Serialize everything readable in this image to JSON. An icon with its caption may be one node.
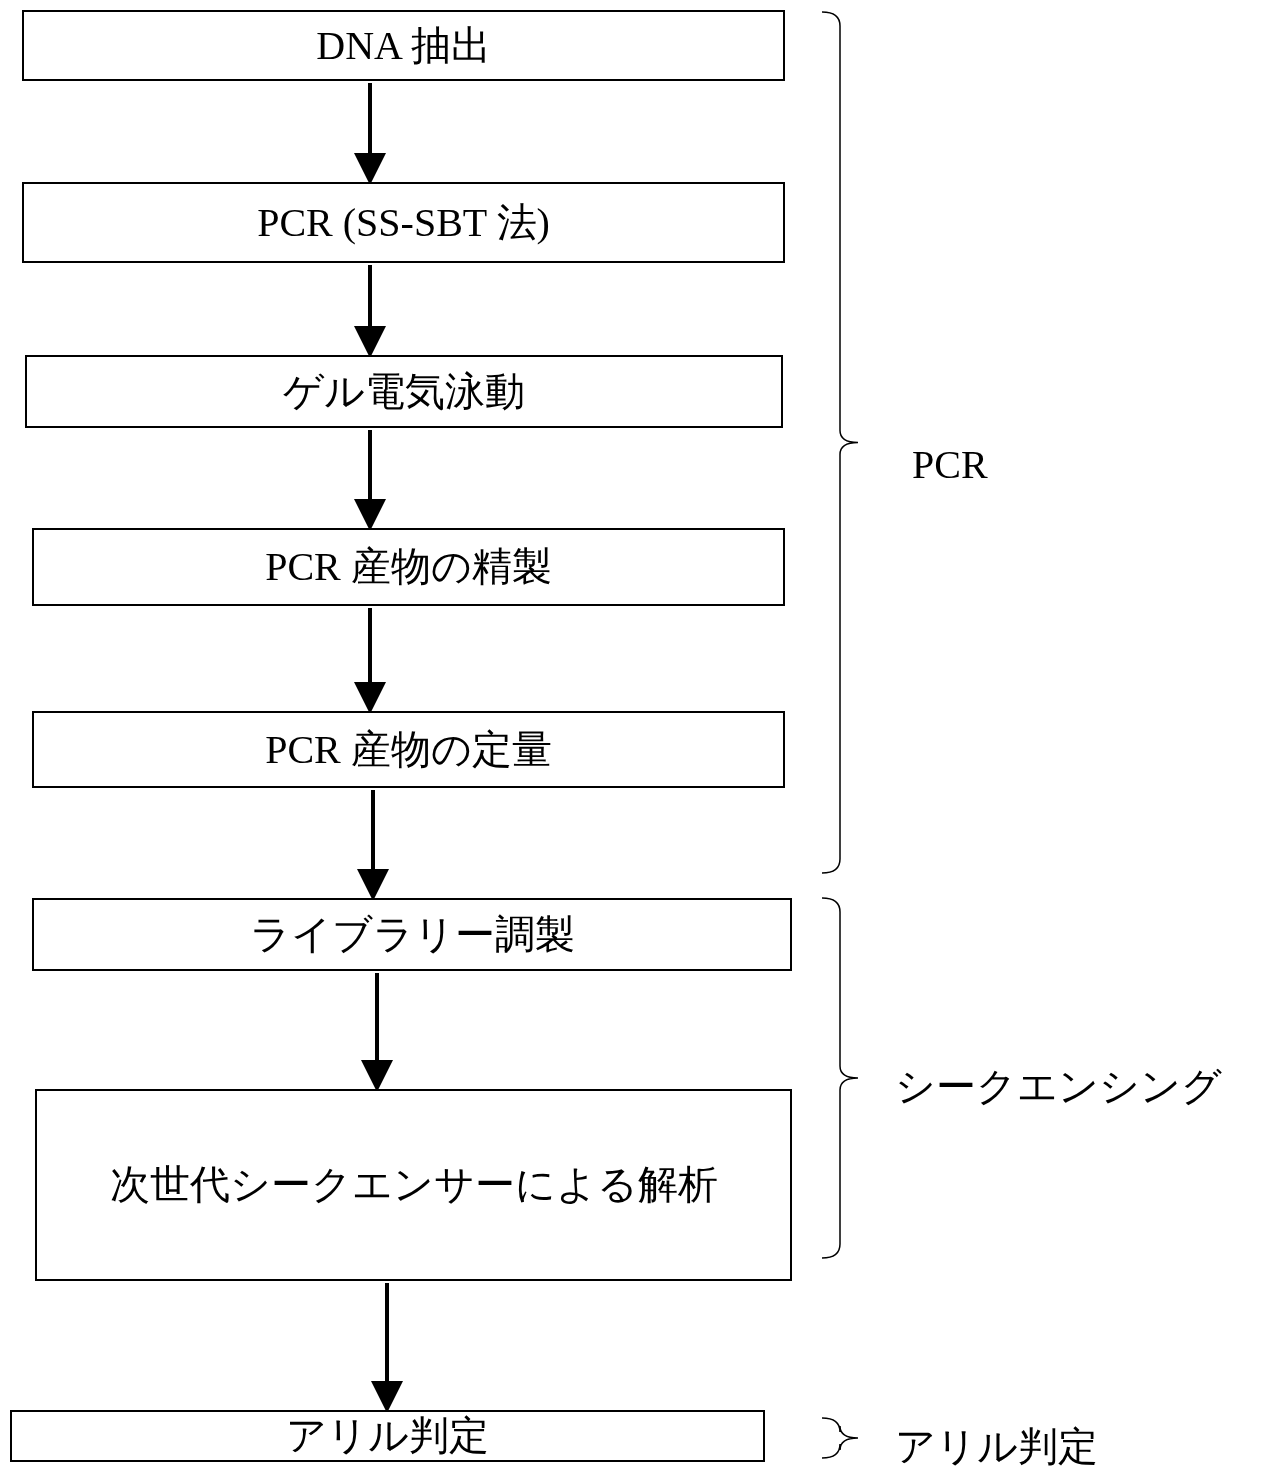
{
  "diagram": {
    "nodes": [
      {
        "text": [
          "DNA 抽出"
        ]
      },
      {
        "text": [
          "PCR (SS-SBT 法)"
        ]
      },
      {
        "text": [
          "ゲル電気泳動"
        ]
      },
      {
        "text": [
          "PCR 産物の精製"
        ]
      },
      {
        "text": [
          "PCR 産物の定量"
        ]
      },
      {
        "text": [
          "ライブラリー調製"
        ]
      },
      {
        "text": [
          "次世代シークエンサーによる解析"
        ]
      },
      {
        "text": [
          "アリル判定"
        ]
      }
    ],
    "edges": [
      {
        "from": 0,
        "to": 1,
        "arrow": "to"
      },
      {
        "from": 1,
        "to": 2,
        "arrow": "to"
      },
      {
        "from": 2,
        "to": 3,
        "arrow": "to"
      },
      {
        "from": 3,
        "to": 4,
        "arrow": "to"
      },
      {
        "from": 4,
        "to": 5,
        "arrow": "to"
      },
      {
        "from": 5,
        "to": 6,
        "arrow": "to"
      },
      {
        "from": 6,
        "to": 7,
        "arrow": "to"
      }
    ],
    "labels": [
      "PCR",
      "シークエンシング",
      "アリル判定"
    ]
  }
}
